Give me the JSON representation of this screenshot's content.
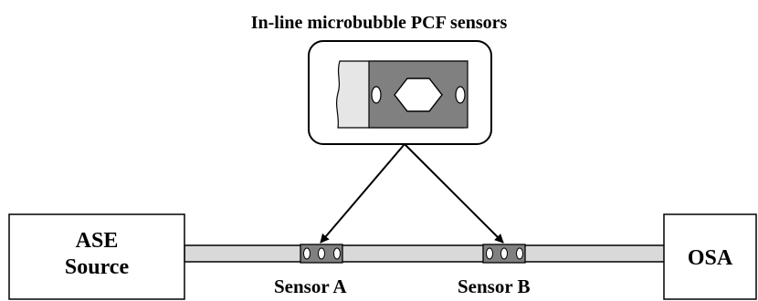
{
  "title": "In-line microbubble PCF sensors",
  "source_box": {
    "line1": "ASE",
    "line2": "Source"
  },
  "analyzer_box": {
    "label": "OSA"
  },
  "sensors": [
    {
      "label": "Sensor A"
    },
    {
      "label": "Sensor B"
    }
  ],
  "colors": {
    "fiber": "#d9d9d9",
    "sensor_core": "#808080",
    "stroke": "#000000",
    "background": "#ffffff"
  }
}
